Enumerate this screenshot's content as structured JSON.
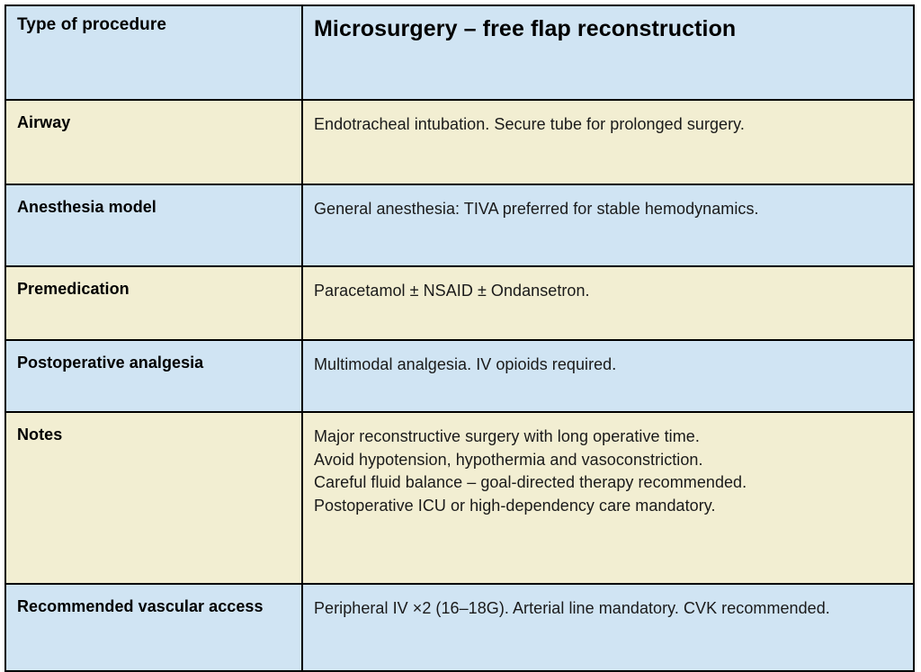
{
  "table": {
    "header": {
      "label": "Type of procedure",
      "value": "Microsurgery – free flap reconstruction"
    },
    "colors": {
      "blue_row": "#d0e4f3",
      "cream_row": "#f2eed2",
      "border": "#000000",
      "text": "#000000"
    },
    "rows": [
      {
        "label": "Airway",
        "lines": [
          "Endotracheal intubation. Secure tube for prolonged surgery."
        ]
      },
      {
        "label": "Anesthesia model",
        "lines": [
          "General anesthesia: TIVA preferred for stable hemodynamics."
        ]
      },
      {
        "label": "Premedication",
        "lines": [
          "Paracetamol ± NSAID ± Ondansetron."
        ]
      },
      {
        "label": "Postoperative analgesia",
        "lines": [
          "Multimodal analgesia. IV opioids required."
        ]
      },
      {
        "label": "Notes",
        "lines": [
          "Major reconstructive surgery with long operative time.",
          "Avoid hypotension, hypothermia and vasoconstriction.",
          "Careful fluid balance – goal-directed therapy recommended.",
          "Postoperative ICU or high-dependency care mandatory."
        ]
      },
      {
        "label": "Recommended vascular access",
        "lines": [
          "Peripheral IV ×2 (16–18G). Arterial line mandatory. CVK recommended."
        ]
      }
    ]
  }
}
